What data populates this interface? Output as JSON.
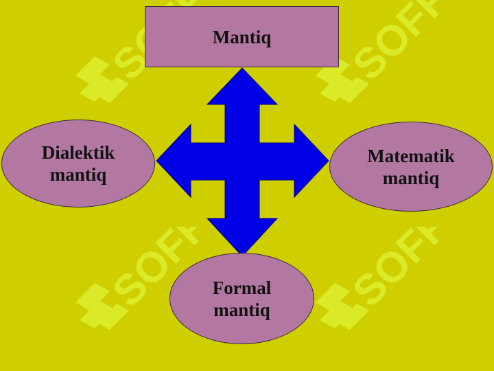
{
  "diagram": {
    "top": {
      "label": "Mantiq"
    },
    "left": {
      "label_line1": "Dialektik",
      "label_line2": "mantiq"
    },
    "right": {
      "label_line1": "Matematik",
      "label_line2": "mantiq"
    },
    "bottom": {
      "label_line1": "Formal",
      "label_line2": "mantiq"
    }
  },
  "watermark": {
    "text": "SOFF"
  },
  "colors": {
    "background": "#CFCF00",
    "node_fill": "#B378A2",
    "arrow_fill": "#0000E6"
  }
}
